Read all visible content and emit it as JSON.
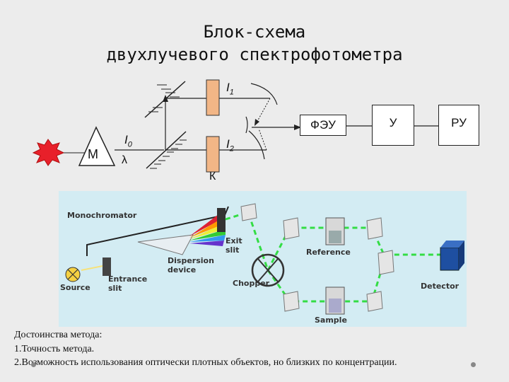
{
  "title": {
    "line1": "Блок-схема",
    "line2": "двухлучевого спектрофотометра"
  },
  "block_diagram": {
    "prism_label": "M",
    "beam_i1": "I",
    "beam_i1_sub": "1",
    "beam_i0": "I",
    "beam_i0_sub": "0",
    "beam_i2": "I",
    "beam_i2_sub": "2",
    "lambda_label": "λ",
    "cuvette_label": "К",
    "detector_label": "ФЭУ",
    "amplifier_label": "У",
    "recorder_label": "РУ"
  },
  "schematic": {
    "monochromator": "Monochromator",
    "exit_slit_1": "Exit",
    "exit_slit_2": "slit",
    "dispersion_1": "Dispersion",
    "dispersion_2": "device",
    "source": "Source",
    "entrance_1": "Entrance",
    "entrance_2": "slit",
    "chopper": "Chopper",
    "reference": "Reference",
    "sample": "Sample",
    "detector": "Detector",
    "beam_color": "#33dd44"
  },
  "text": {
    "heading": "Достоинства метода:",
    "point1": "1.Точность метода.",
    "point2": "2.Возможность использования оптически плотных объектов, но близких по концентрации."
  }
}
